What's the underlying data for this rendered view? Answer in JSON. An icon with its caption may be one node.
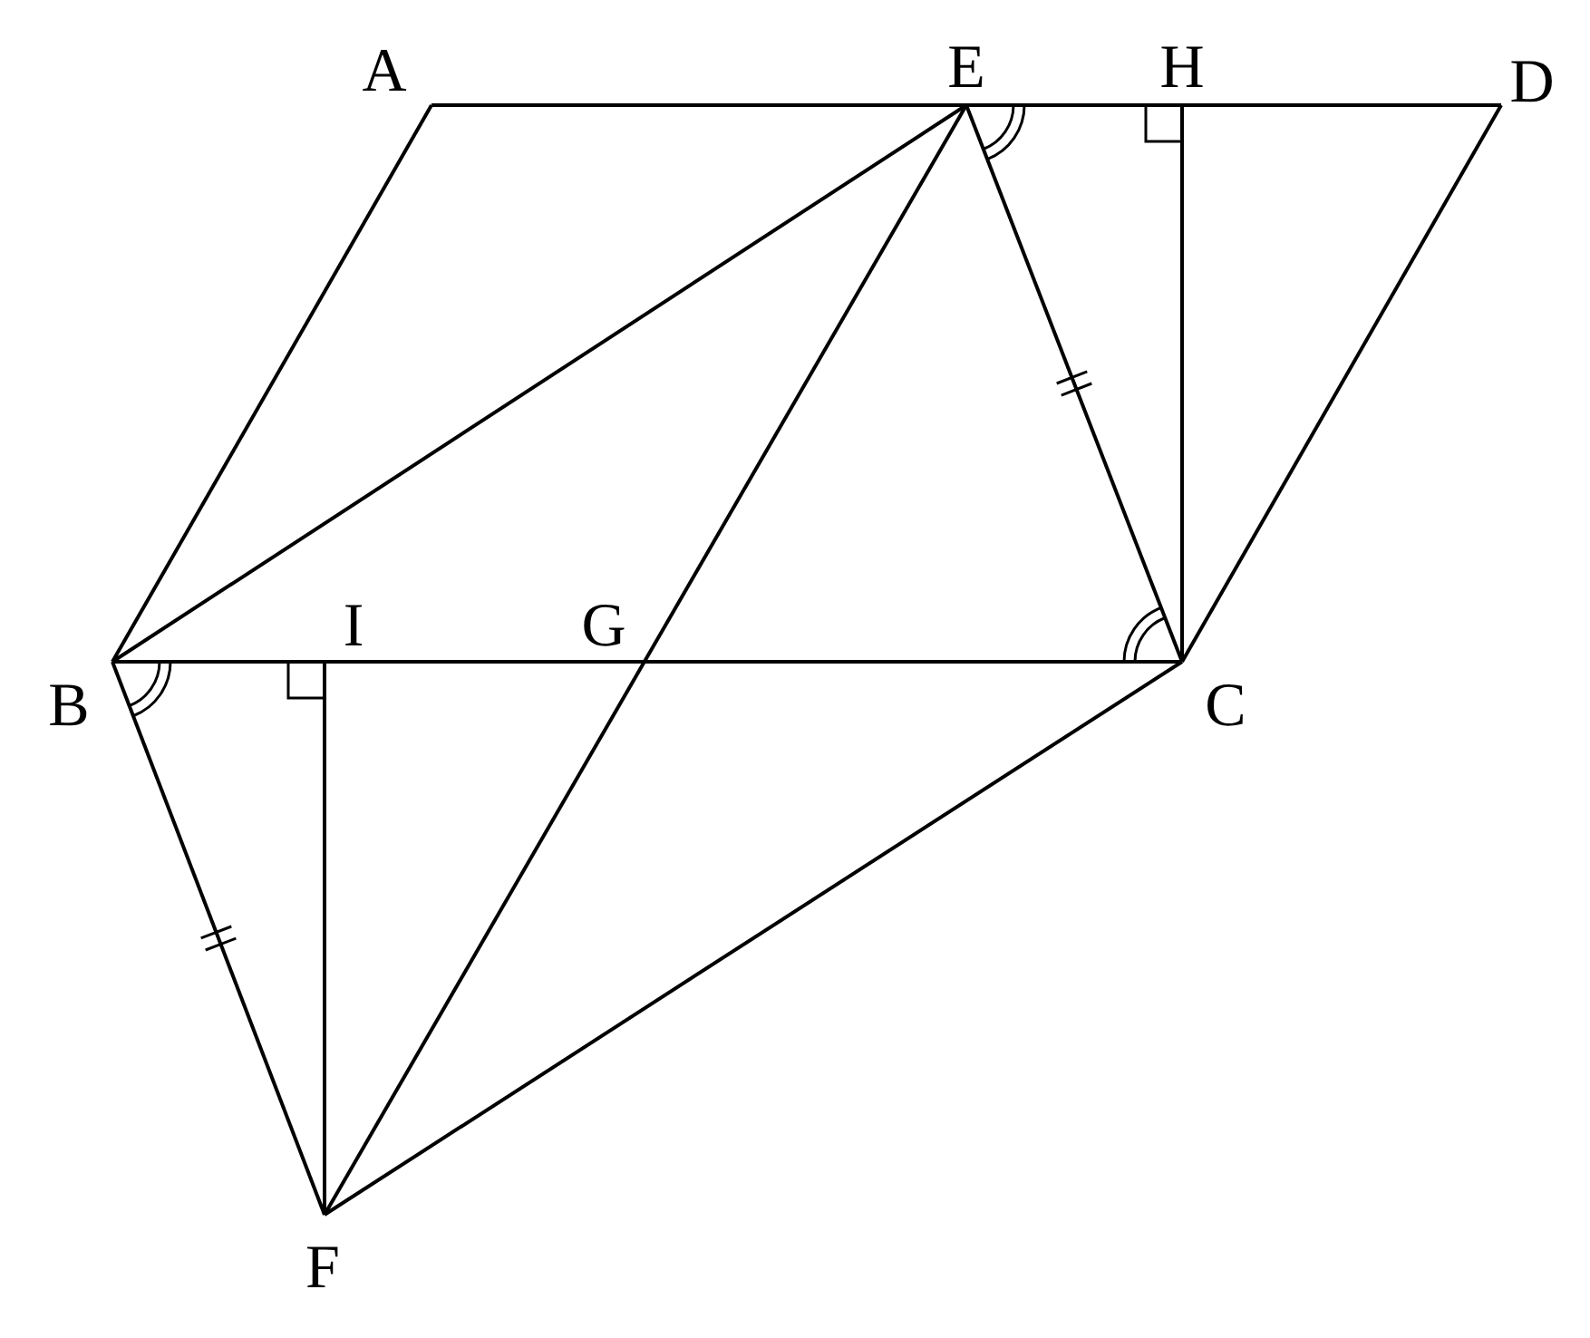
{
  "diagram": {
    "labels": [
      "A",
      "E",
      "H",
      "D",
      "B",
      "I",
      "G",
      "C",
      "F"
    ]
  }
}
